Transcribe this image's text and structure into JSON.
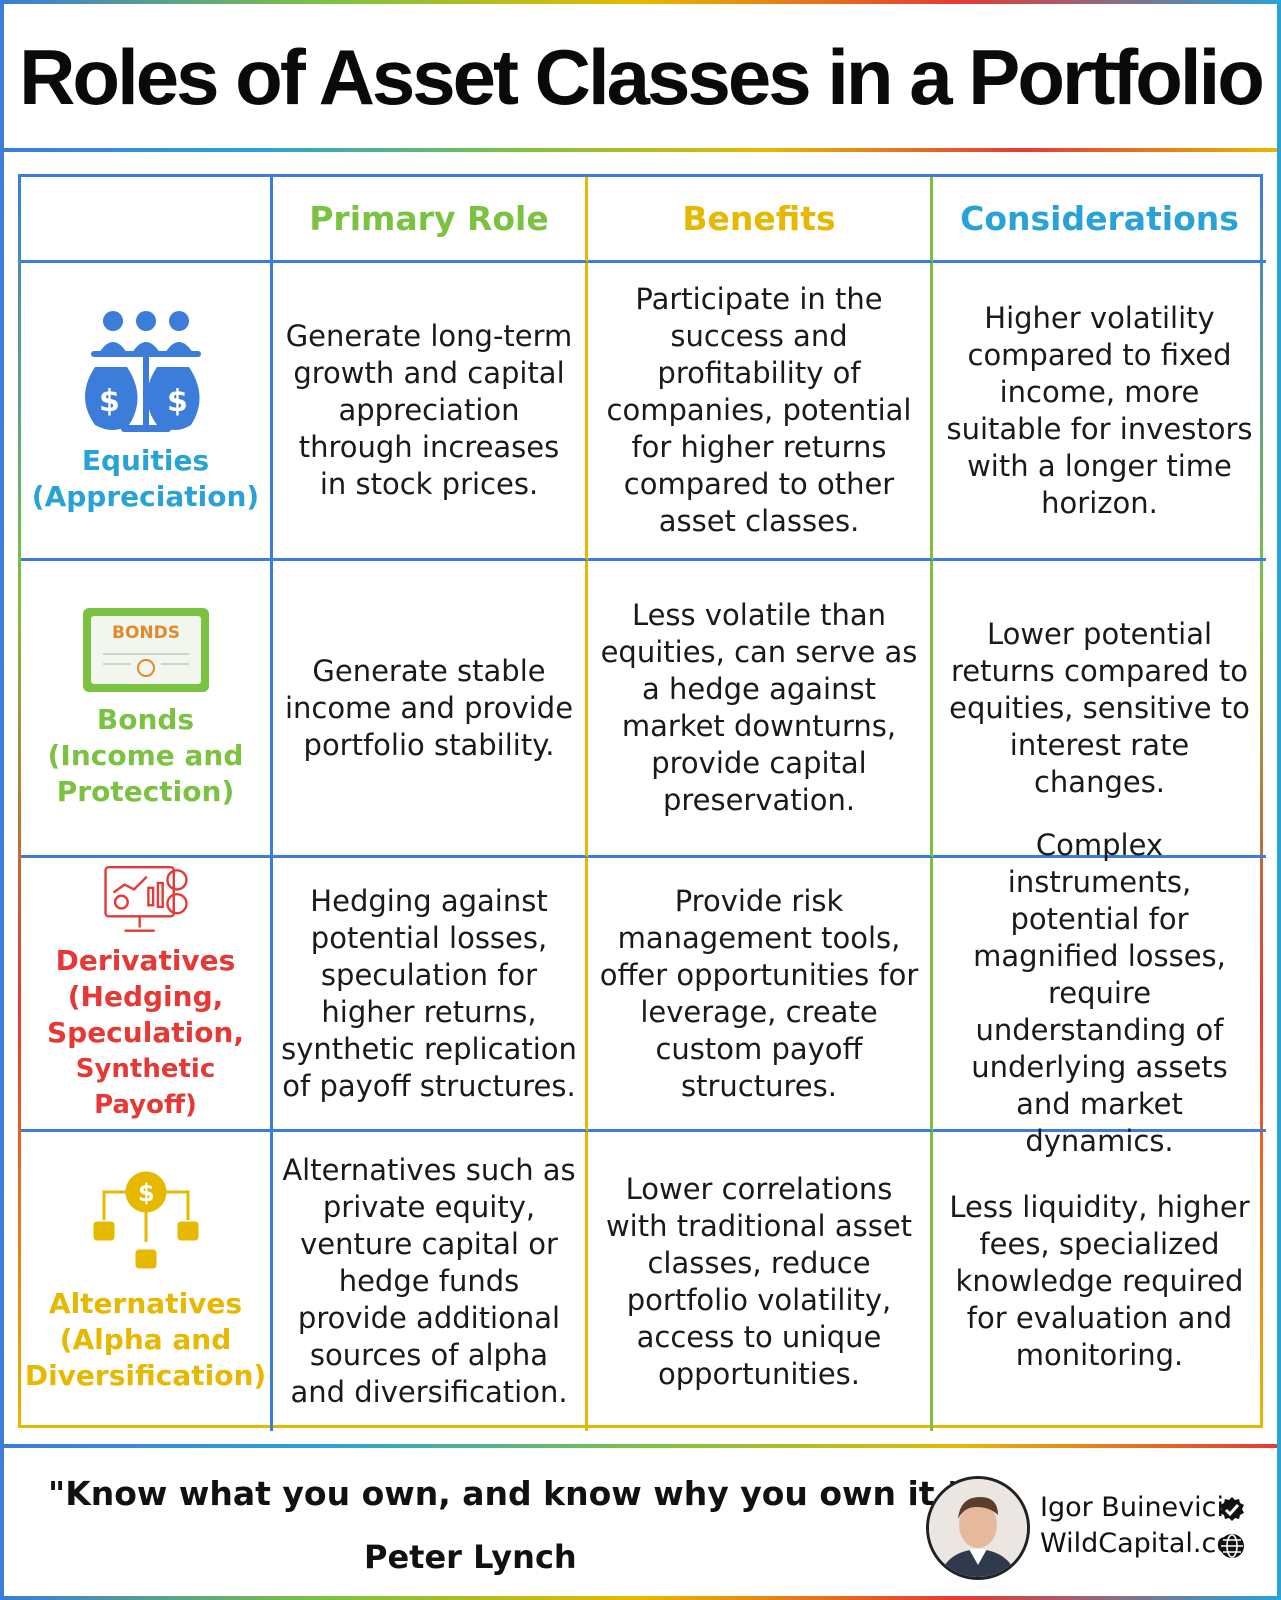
{
  "title": "Roles of Asset Classes in a Portfolio",
  "headers": {
    "primary_role": "Primary Role",
    "benefits": "Benefits",
    "considerations": "Considerations"
  },
  "colors": {
    "blue": "#3b7dd8",
    "cyan": "#29a3d6",
    "green": "#7cc242",
    "yellow": "#e6b800",
    "red": "#e53935"
  },
  "rows": [
    {
      "icon": "investors-scale-icon",
      "asset_line1": "Equities",
      "asset_line2": "(Appreciation)",
      "primary_role": "Generate long-term growth and capital appreciation through increases in stock prices.",
      "benefits": "Participate in the success and profitability of companies, potential for higher returns compared to other asset classes.",
      "considerations": "Higher volatility compared to fixed income, more suitable for investors with a longer time horizon."
    },
    {
      "icon": "bond-certificate-icon",
      "icon_text": "BONDS",
      "asset_line1": "Bonds",
      "asset_line2": "(Income and",
      "asset_line3": "Protection)",
      "primary_role": "Generate stable income and provide portfolio stability.",
      "benefits": "Less volatile than equities, can serve as a hedge against market downturns, provide capital preservation.",
      "considerations": "Lower potential returns compared to equities, sensitive to interest rate changes."
    },
    {
      "icon": "trading-monitor-icon",
      "asset_line1": "Derivatives",
      "asset_line2": "(Hedging,",
      "asset_line3": "Speculation,",
      "asset_line4": "Synthetic Payoff)",
      "primary_role": "Hedging against potential losses, speculation for higher returns, synthetic replication of payoff structures.",
      "benefits": "Provide risk management tools, offer opportunities for leverage, create custom payoff structures.",
      "considerations": "Complex instruments, potential for magnified losses, require understanding of underlying assets and market dynamics."
    },
    {
      "icon": "dollar-distribution-icon",
      "asset_line1": "Alternatives",
      "asset_line2": "(Alpha and",
      "asset_line3": "Diversification)",
      "primary_role": "Alternatives such as private equity, venture capital or hedge funds provide additional sources of alpha and diversification.",
      "benefits": "Lower correlations with traditional asset classes, reduce portfolio volatility, access to unique opportunities.",
      "considerations": "Less liquidity, higher fees, specialized knowledge required for evaluation and monitoring."
    }
  ],
  "footer": {
    "quote": "\"Know what you own, and know why you own it.\"",
    "author": "Peter Lynch",
    "brand_name": "Igor Buinevici",
    "brand_site": "WildCapital.co"
  }
}
